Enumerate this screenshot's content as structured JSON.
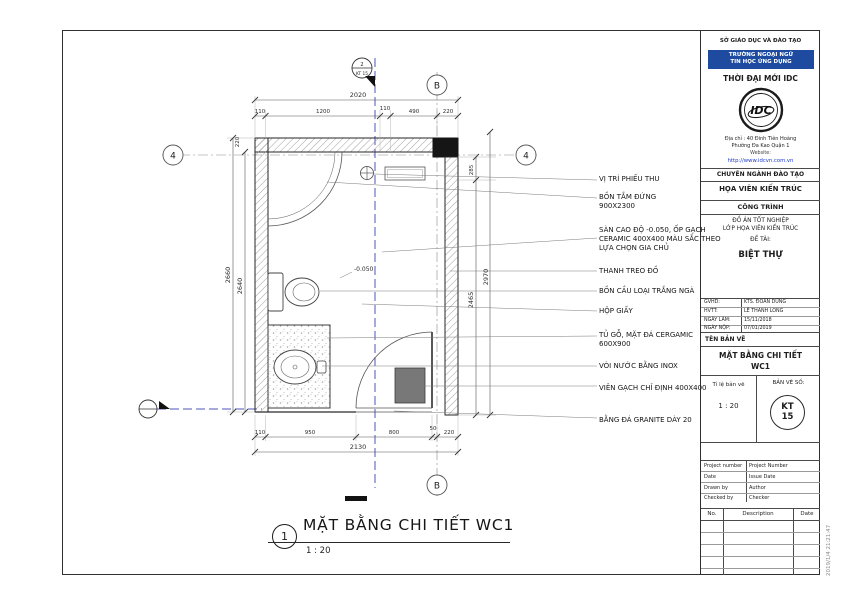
{
  "colors": {
    "line": "#2f2f2f",
    "section_blue": "#4f56b8",
    "banner_blue": "#1e4ba0",
    "link_blue": "#1a39cc",
    "shaft_gray": "#787878",
    "solid_black": "#121212"
  },
  "drawing": {
    "section_top": {
      "number": "2",
      "sheet": "KT 15"
    },
    "grid": {
      "col": "4",
      "row": "B"
    },
    "dims": {
      "top_overall": "2020",
      "top_segments": [
        "110",
        "1200",
        "110",
        "490",
        "220"
      ],
      "left_top": "220",
      "left_outer": "2660",
      "left_inner": "2640",
      "right_top": "285",
      "right_mid": "2465",
      "right_outer": "2970",
      "bottom_segments": [
        "110",
        "950",
        "800",
        "50",
        "220"
      ],
      "bottom_overall": "2130"
    },
    "level_note": "-0.050",
    "callouts": [
      {
        "text": "VỊ TRÍ PHIẾU THU"
      },
      {
        "text": "BỒN TẮM ĐỨNG 900X2300"
      },
      {
        "text": "SÀN CAO ĐỘ -0.050, ỐP GẠCH CERAMIC 400X400 MÀU SẮC THEO LỰA CHỌN GIA CHỦ"
      },
      {
        "text": "THANH TREO ĐỒ"
      },
      {
        "text": "BỒN CẦU LOẠI TRẮNG NGÀ"
      },
      {
        "text": "HỘP GIẤY"
      },
      {
        "text": "TỦ GỖ, MẶT ĐÁ CERGAMIC 600X900"
      },
      {
        "text": "VÒI NƯỚC BẰNG INOX"
      },
      {
        "text": "VIÊN GẠCH CHỈ ĐỊNH 400X400"
      },
      {
        "text": "BẰNG ĐÁ GRANITE DÀY 20"
      }
    ],
    "title": {
      "number": "1",
      "text": "MẶT BẰNG CHI TIẾT WC1",
      "scale": "1 : 20"
    }
  },
  "titleblock": {
    "ministry": "SỞ GIÁO DỤC VÀ ĐÀO TẠO",
    "school_line1": "TRƯỜNG NGOẠI NGỮ",
    "school_line2": "TIN HỌC ỨNG DỤNG",
    "brand": "THỜI ĐẠI MỚI IDC",
    "logo_text": "IDC",
    "address_line1": "Địa chỉ : 40 Đinh Tiên Hoàng",
    "address_line2": "Phường Đa Kao Quận 1",
    "website_label": "Website:",
    "website_url": "http://www.idcvn.com.vn",
    "dept_header": "CHUYÊN NGÀNH ĐÀO TẠO",
    "dept_name": "HỌA VIÊN KIẾN TRÚC",
    "project_header": "CÔNG TRÌNH",
    "project_line1": "ĐỒ ÁN TỐT NGHIỆP",
    "project_line2": "LỚP HỌA VIÊN KIẾN TRÚC",
    "topic_label": "ĐỀ TÀI:",
    "topic": "BIỆT THỰ",
    "info_rows": [
      {
        "label": "GVHD:",
        "value": "KTS. ĐOÀN DŨNG"
      },
      {
        "label": "HVTT:",
        "value": "LÊ THANH LONG"
      },
      {
        "label": "NGÀY LÀM:",
        "value": "15/11/2018"
      },
      {
        "label": "NGÀY NỘP:",
        "value": "07/01/2019"
      }
    ],
    "sheet_name_header": "TÊN BẢN VẼ",
    "sheet_name": "MẶT BẰNG CHI TIẾT WC1",
    "scale_label": "Tỉ lệ bản vẽ",
    "scale_value": "1 : 20",
    "sheet_no_label": "BẢN VẼ SỐ:",
    "sheet_no_line1": "KT",
    "sheet_no_line2": "15",
    "meta_rows": [
      {
        "label": "Project number",
        "value": "Project Number"
      },
      {
        "label": "Date",
        "value": "Issue Date"
      },
      {
        "label": "Drawn by",
        "value": "Author"
      },
      {
        "label": "Checked by",
        "value": "Checker"
      }
    ],
    "rev_headers": [
      "No.",
      "Description",
      "Date"
    ],
    "timestamp": "2019/1/4 21:21:47"
  }
}
